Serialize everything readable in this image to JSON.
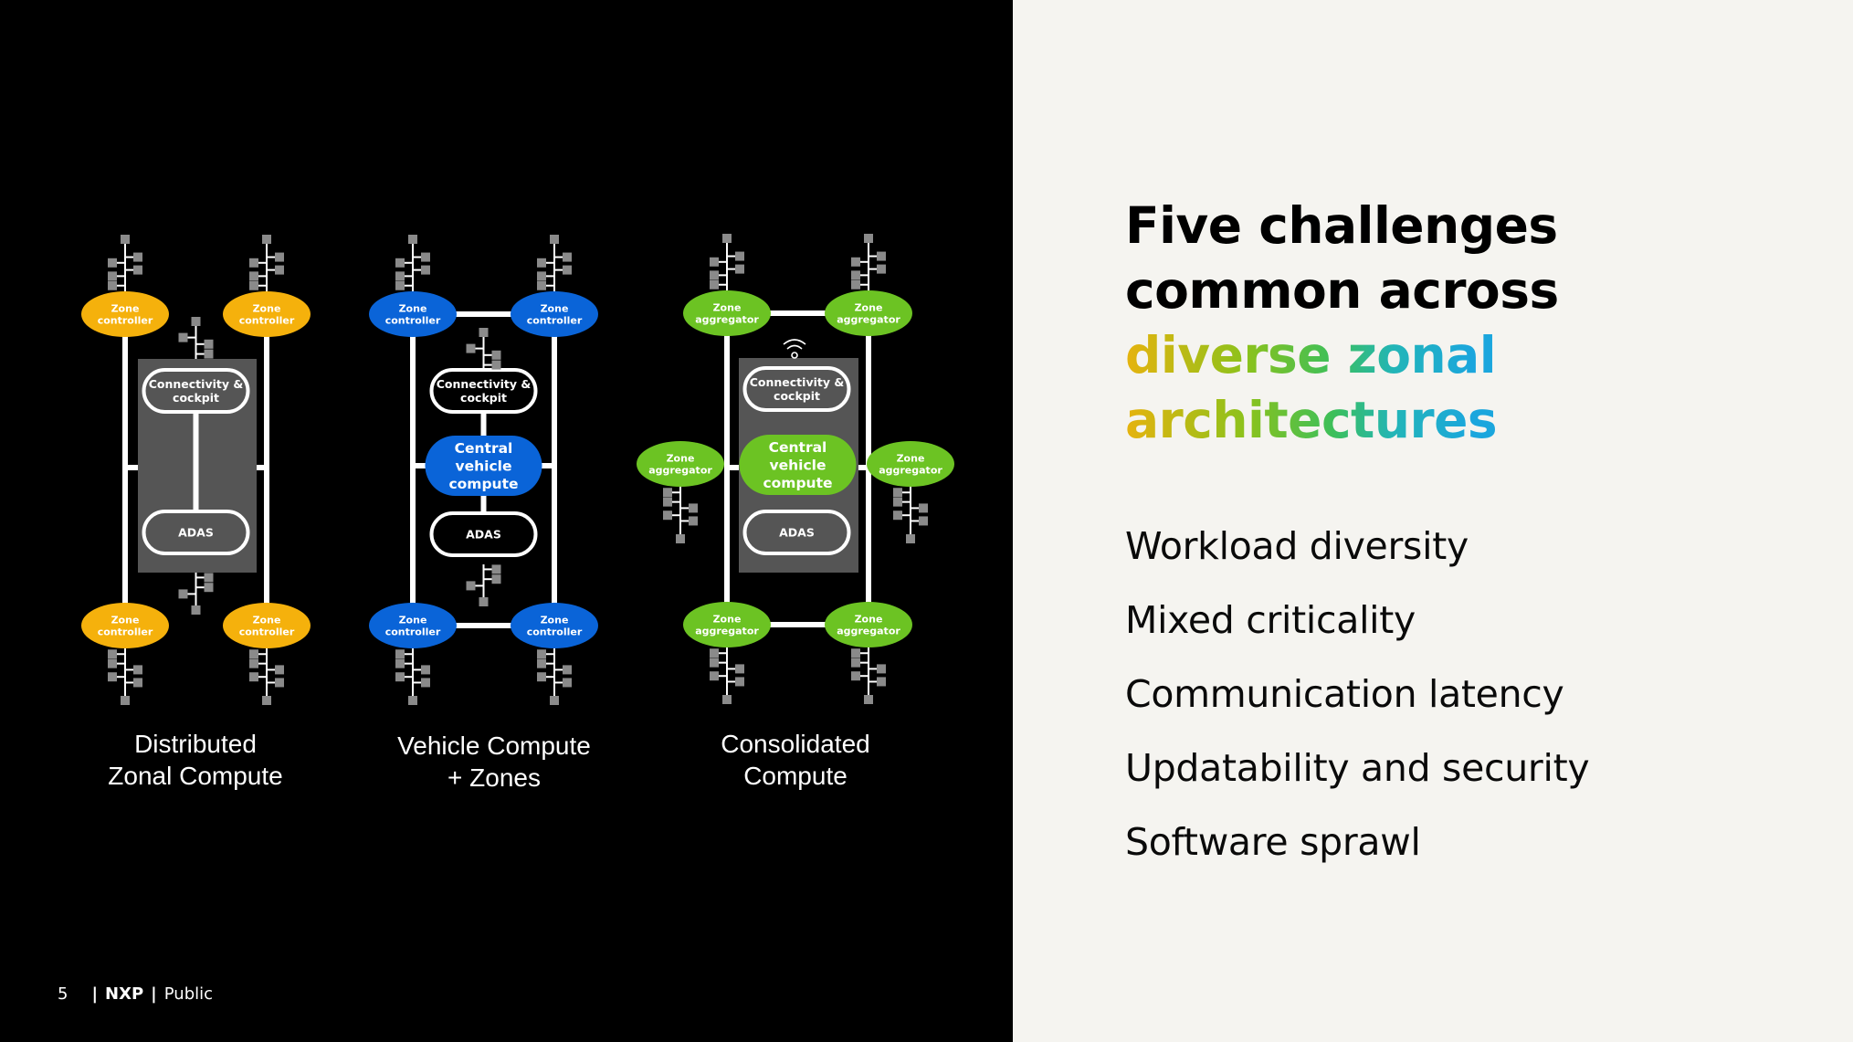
{
  "colors": {
    "left_background": "#000000",
    "right_background": "#f5f4f0",
    "zone_controller_yellow": "#f5b10c",
    "zone_controller_blue": "#0a64d8",
    "zone_aggregator_green": "#6cc323",
    "compute_box_gray": "#555555",
    "leaf_node_gray": "#8a8a8a",
    "link_white": "#ffffff",
    "title_gradient": [
      "#e6b30e",
      "#8bc21c",
      "#3cbf5a",
      "#22b5b8",
      "#1ba6dd"
    ]
  },
  "diagrams": [
    {
      "id": "distributed",
      "caption": "Distributed\nZonal Compute",
      "zone_label": "Zone\ncontroller",
      "zone_color_key": "zone_controller_yellow",
      "has_gray_box": true,
      "top_zone_link": false,
      "bottom_zone_link": false,
      "modules": [
        {
          "label": "Connectivity &\ncockpit",
          "style": "outline"
        },
        {
          "label": "ADAS",
          "style": "outline"
        }
      ],
      "central_compute": null,
      "side_zones": false,
      "wifi_icon": false
    },
    {
      "id": "vehicle-compute",
      "caption": "Vehicle Compute\n+ Zones",
      "zone_label": "Zone\ncontroller",
      "zone_color_key": "zone_controller_blue",
      "has_gray_box": false,
      "top_zone_link": true,
      "bottom_zone_link": true,
      "modules": [
        {
          "label": "Connectivity &\ncockpit",
          "style": "outline"
        },
        {
          "label": "ADAS",
          "style": "outline"
        }
      ],
      "central_compute": "Central\nvehicle\ncompute",
      "side_zones": false,
      "wifi_icon": false
    },
    {
      "id": "consolidated",
      "caption": "Consolidated\nCompute",
      "zone_label": "Zone\naggregator",
      "zone_color_key": "zone_aggregator_green",
      "has_gray_box": true,
      "top_zone_link": true,
      "bottom_zone_link": true,
      "modules": [
        {
          "label": "Connectivity &\ncockpit",
          "style": "outline"
        },
        {
          "label": "ADAS",
          "style": "outline"
        }
      ],
      "central_compute": "Central\nvehicle\ncompute",
      "side_zones": true,
      "wifi_icon": true
    }
  ],
  "footer": {
    "page_number": "5",
    "separator": "|",
    "brand": "NXP",
    "classification": "Public"
  },
  "title": {
    "line1": "Five challenges",
    "line2": "common across",
    "line3": "diverse zonal",
    "line4": "architectures"
  },
  "challenges": [
    "Workload diversity",
    "Mixed criticality",
    "Communication latency",
    "Updatability and security",
    "Software sprawl"
  ]
}
